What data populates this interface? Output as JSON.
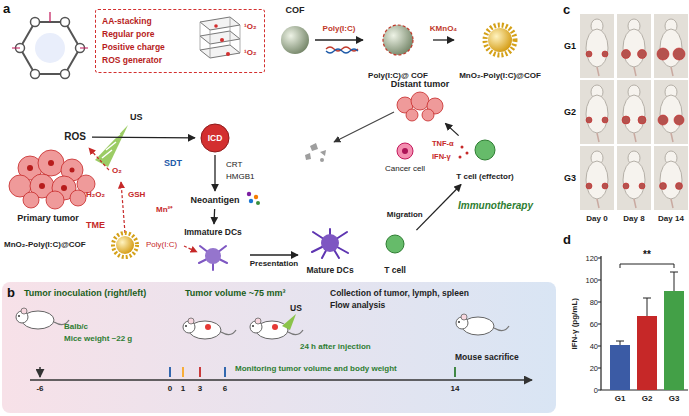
{
  "diagram": {
    "nodes": [
      {
        "text": [
          "AA-stacking",
          "Regular pore",
          "Positive charge",
          "ROS generator"
        ]
      },
      {
        "text": [
          "COF"
        ]
      },
      {
        "text": [
          "Poly(I:C)@ COF"
        ]
      },
      {
        "text": [
          "MnO₂-Poly(I:C)@COF"
        ]
      },
      {
        "text": [
          "ROS"
        ]
      },
      {
        "text": [
          "ICD"
        ]
      },
      {
        "text": [
          "Neoantigen"
        ]
      },
      {
        "text": [
          "Primary tumor"
        ]
      },
      {
        "text": [
          "Immature DCs"
        ]
      },
      {
        "text": [
          "Mature DCs"
        ]
      },
      {
        "text": [
          "T cell"
        ]
      },
      {
        "text": [
          "T cell (effector)"
        ]
      },
      {
        "text": [
          "Cancer cell"
        ]
      },
      {
        "text": [
          "Distant tumor"
        ]
      }
    ],
    "edges": [
      {
        "from": 1,
        "to": 2,
        "label": "Poly(I:C)",
        "arrow": "to"
      },
      {
        "from": 2,
        "to": 3,
        "label": "KMnO₄",
        "arrow": "to"
      },
      {
        "from": 4,
        "to": 5,
        "arrow": "to"
      },
      {
        "from": 5,
        "to": 6,
        "arrow": "to"
      },
      {
        "from": 6,
        "to": 8,
        "arrow": "to"
      },
      {
        "from": 8,
        "to": 9,
        "label": "Presentation",
        "arrow": "to"
      },
      {
        "from": 10,
        "to": 11,
        "label": "Migration",
        "arrow": "to"
      },
      {
        "from": 11,
        "to": 13,
        "arrow": "to"
      }
    ],
    "labels": [
      "a",
      "¹O₂",
      "¹O₂",
      "US",
      "O₂",
      "H₂O₂",
      "GSH",
      "Mn²⁺",
      "TME",
      "MnO₂-Poly(I:C)@COF",
      "Poly(I:C)",
      "SDT",
      "CRT",
      "HMGB1",
      "TNF-α",
      "IFN-γ",
      "Immunotherapy",
      "b",
      "Tumor inoculation (right/left)",
      "Tumor volume ~75 mm³",
      "Collection of tumor, lymph, spleen",
      "Flow analysis",
      "Balb/c",
      "Mice weight ~22 g",
      "US",
      "24 h after injection",
      "Monitoring tumor volume and body weight",
      "Mouse sacrifice",
      "-6",
      "0",
      "1",
      "3",
      "6",
      "14",
      "c",
      "G1",
      "G2",
      "G3",
      "Day 0",
      "Day 8",
      "Day 14",
      "d",
      "IFN-γ (pg/mL)",
      "0",
      "20",
      "40",
      "60",
      "80",
      "100",
      "120",
      "G1",
      "G2",
      "G3",
      "**"
    ]
  }
}
